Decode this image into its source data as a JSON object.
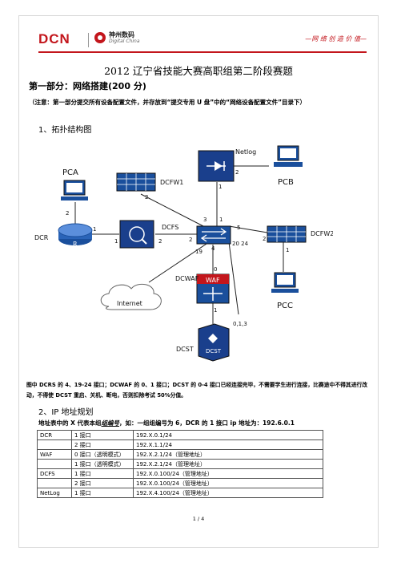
{
  "header": {
    "logo_text": "DCN",
    "company_cn": "神州数码",
    "company_en": "Digital China",
    "slogan": "—网 络 创 造 价 值—"
  },
  "title": "2012 辽宁省技能大赛高职组第二阶段赛题",
  "part1": {
    "title": "第一部分：网络搭建(200 分)",
    "note": "（注意：第一部分提交所有设备配置文件，并存放到“提交专用 U 盘”中的“网络设备配置文件”目录下）"
  },
  "section1": "1、拓扑结构图",
  "topology": {
    "devices": {
      "pca": "PCA",
      "pcb": "PCB",
      "pcc": "PCC",
      "dcr": "DCR",
      "dcr_inner": "R",
      "dcfs": "DCFS",
      "dcfw1": "DCFW1",
      "dcfw2": "DCFW2",
      "netlog": "Netlog",
      "dcwaf": "DCWAF",
      "waf_inner": "WAF",
      "dcst": "DCST",
      "dcst_inner": "DCST",
      "internet": "Internet"
    },
    "ports": {
      "pca_2": "2",
      "dcr_1": "1",
      "dcfs_1": "1",
      "dcfs_2": "2",
      "sw_2": "2",
      "dcfw1_2": "2",
      "sw_3": "3",
      "sw_1": "1",
      "netlog_1": "1",
      "netlog_2": "2",
      "sw_5": "5",
      "dcfw2_2": "2",
      "dcfw2_1": "1",
      "sw_19": "19",
      "sw_4": "4",
      "sw_20_24": "20 24",
      "waf_0": "0",
      "waf_1": "1",
      "dcst_ports": "0,1,3"
    }
  },
  "warning": "图中 DCRS 的 4、19-24 接口；DCWAF 的 0、1 接口；DCST 的 0-4 接口已经连接完毕，不需要学生进行连接，比赛途中不得其进行改动，不得使 DCST 重启、关机、断电，否则扣除考试 50%分值。",
  "section2": "2、IP 地址规划",
  "addr_note": {
    "prefix": "地址表中的 X 代表本组",
    "em": "组编号",
    "suffix": "，如：一组组编号为 6，DCR 的 1 接口 ip 地址为：192.6.0.1"
  },
  "table": [
    [
      "DCR",
      "1 接口",
      "192.X.0.1/24"
    ],
    [
      "",
      "2 接口",
      "192.X.1.1/24"
    ],
    [
      "WAF",
      "0 接口（透明模式）",
      "192.X.2.1/24（管理地址）"
    ],
    [
      "",
      "1 接口（透明模式）",
      "192.X.2.1/24（管理地址）"
    ],
    [
      "DCFS",
      "1 接口",
      "192.X.0.100/24（管理地址）"
    ],
    [
      "",
      "2 接口",
      "192.X.0.100/24（管理地址）"
    ],
    [
      "NetLog",
      "1 接口",
      "192.X.4.100/24（管理地址）"
    ]
  ],
  "page_number": "1 / 4"
}
